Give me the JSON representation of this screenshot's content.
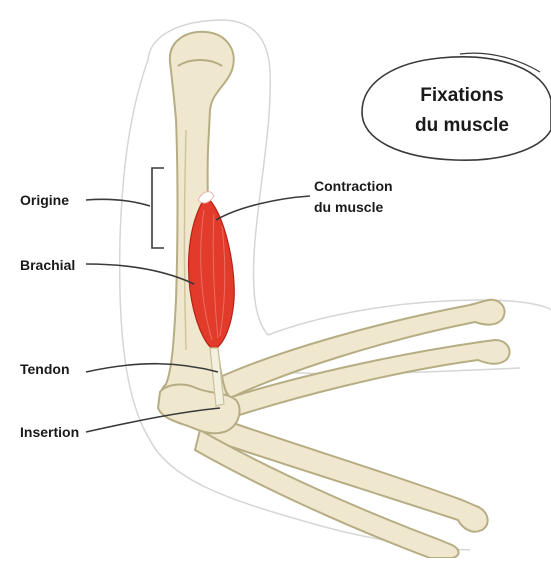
{
  "title": {
    "line1": "Fixations",
    "line2": "du muscle"
  },
  "labels": {
    "origine": "Origine",
    "brachial": "Brachial",
    "tendon": "Tendon",
    "insertion": "Insertion",
    "contraction_line1": "Contraction",
    "contraction_line2": "du muscle"
  },
  "colors": {
    "bone_fill": "#efe8cf",
    "bone_outline": "#b7ad84",
    "muscle": "#e23a2b",
    "tendon": "#f3f0e0",
    "leader_line": "#3a3a3a",
    "arm_outline": "#d6d6d6"
  }
}
